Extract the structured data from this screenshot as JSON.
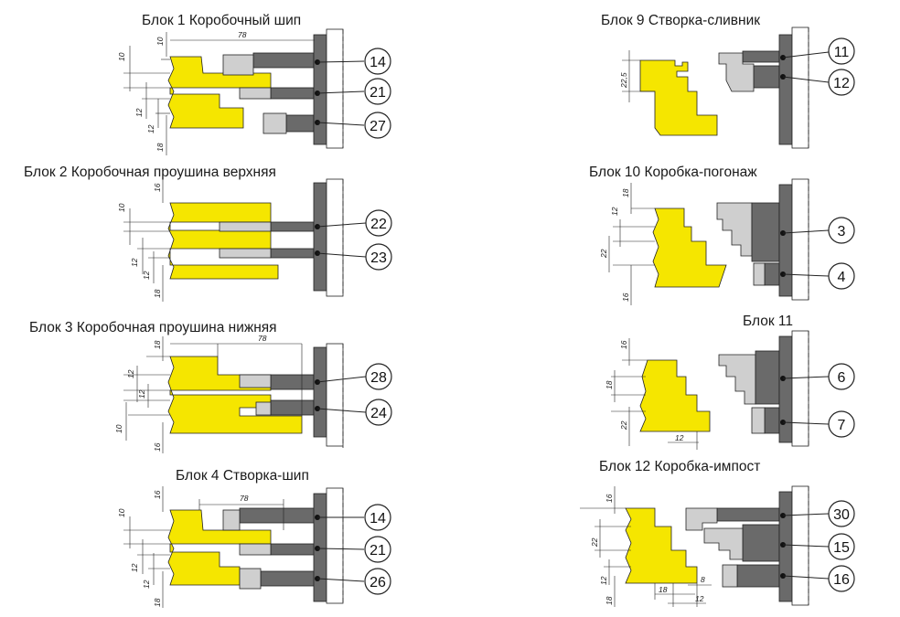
{
  "blocks": [
    {
      "id": "b1",
      "title": "Блок 1  Коробочный шип",
      "dims_v": [
        "10",
        "12",
        "12",
        "18"
      ],
      "dim_top": "10",
      "dim_h": "78",
      "callouts": [
        "14",
        "21",
        "27"
      ]
    },
    {
      "id": "b2",
      "title": "Блок 2  Коробочная проушина верхняя",
      "dims_v": [
        "16",
        "10",
        "12",
        "12",
        "18"
      ],
      "callouts": [
        "22",
        "23"
      ]
    },
    {
      "id": "b3",
      "title": "Блок 3  Коробочная проушина нижняя",
      "dims_v": [
        "18",
        "12",
        "12",
        "10",
        "16"
      ],
      "dim_h": "78",
      "callouts": [
        "28",
        "24"
      ]
    },
    {
      "id": "b4",
      "title": "Блок 4  Створка-шип",
      "dims_v": [
        "16",
        "10",
        "12",
        "12",
        "18"
      ],
      "dim_h": "78",
      "callouts": [
        "14",
        "21",
        "26"
      ]
    },
    {
      "id": "b9",
      "title": "Блок 9  Створка-сливник",
      "dims_v": [
        "22,5"
      ],
      "callouts": [
        "11",
        "12"
      ]
    },
    {
      "id": "b10",
      "title": "Блок 10  Коробка-погонаж",
      "dims_v": [
        "18",
        "12",
        "22",
        "16"
      ],
      "callouts": [
        "3",
        "4"
      ]
    },
    {
      "id": "b11",
      "title": "Блок 11",
      "dims_v": [
        "16",
        "18",
        "22"
      ],
      "dim_h": "12",
      "callouts": [
        "6",
        "7"
      ]
    },
    {
      "id": "b12",
      "title": "Блок 12  Коробка-импост",
      "dims_v": [
        "16",
        "22",
        "12",
        "18"
      ],
      "dims_h": [
        "8",
        "18",
        "12"
      ],
      "callouts": [
        "30",
        "15",
        "16"
      ]
    }
  ],
  "colors": {
    "wood": "#f5e600",
    "steel": "#5a5a5a",
    "steel_light": "#cfcfcf",
    "line": "#222222"
  }
}
